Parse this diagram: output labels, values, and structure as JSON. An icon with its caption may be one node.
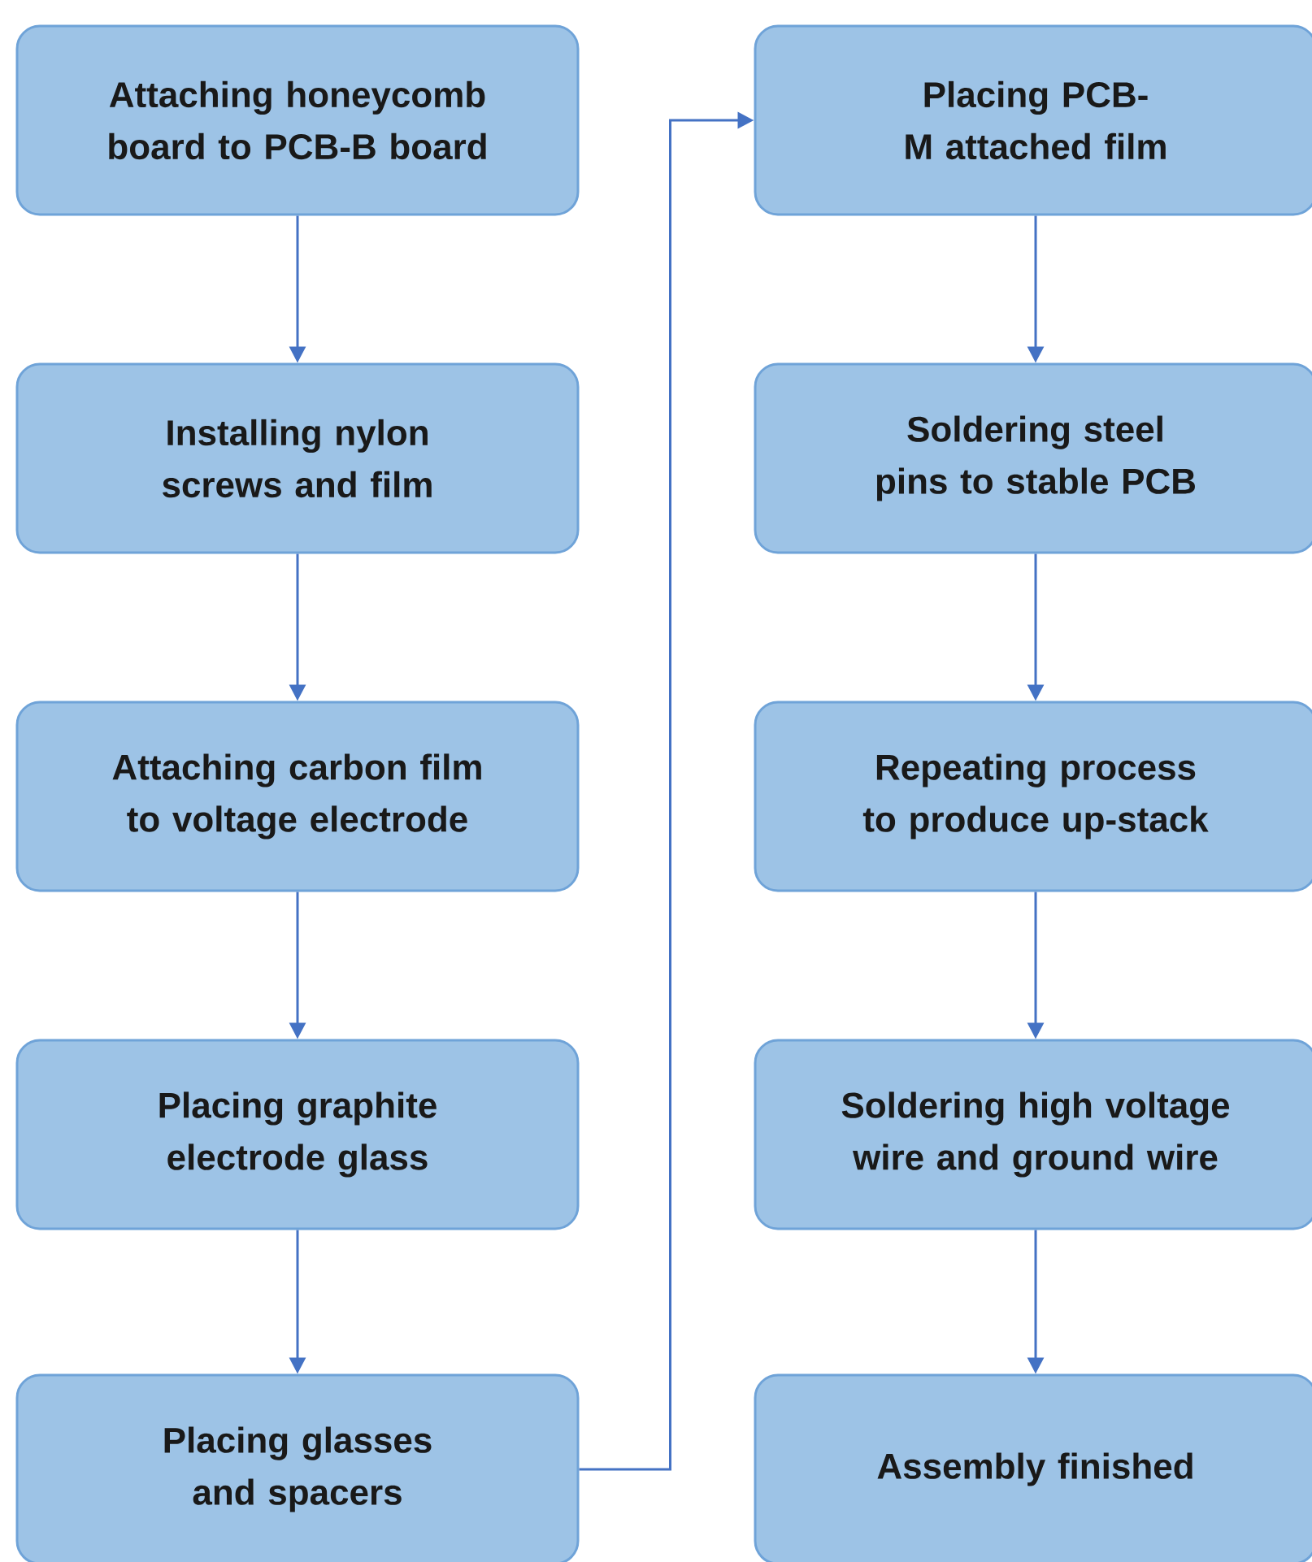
{
  "diagram": {
    "nodes": [
      {
        "text": [
          "Attaching honeycomb board to PCB-B board"
        ]
      },
      {
        "text": [
          "Installing nylon screws and film"
        ]
      },
      {
        "text": [
          "Attaching carbon film to voltage electrode"
        ]
      },
      {
        "text": [
          "Placing graphite electrode glass"
        ]
      },
      {
        "text": [
          "Placing glasses and spacers"
        ]
      },
      {
        "text": [
          "Placing PCB-M attached film"
        ]
      },
      {
        "text": [
          "Soldering steel pins to stable PCB"
        ]
      },
      {
        "text": [
          "Repeating process to produce up-stack"
        ]
      },
      {
        "text": [
          "Soldering high voltage wire and ground wire"
        ]
      },
      {
        "text": [
          "Assembly finished"
        ]
      }
    ],
    "edges": [
      {
        "from": 0,
        "to": 1,
        "arrow": "to"
      },
      {
        "from": 1,
        "to": 2,
        "arrow": "to"
      },
      {
        "from": 2,
        "to": 3,
        "arrow": "to"
      },
      {
        "from": 3,
        "to": 4,
        "arrow": "to"
      },
      {
        "from": 4,
        "to": 5,
        "arrow": "to"
      },
      {
        "from": 5,
        "to": 6,
        "arrow": "to"
      },
      {
        "from": 6,
        "to": 7,
        "arrow": "to"
      },
      {
        "from": 7,
        "to": 8,
        "arrow": "to"
      },
      {
        "from": 8,
        "to": 9,
        "arrow": "to"
      }
    ]
  }
}
